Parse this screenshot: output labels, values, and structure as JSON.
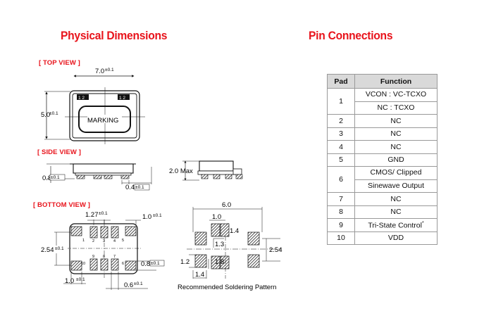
{
  "headings": {
    "physical": "Physical Dimensions",
    "pins": "Pin Connections"
  },
  "views": {
    "top": "[ TOP VIEW ]",
    "side": "[ SIDE VIEW ]",
    "bottom": "[ BOTTOM VIEW ]"
  },
  "top_view": {
    "width_dim": "7.0",
    "width_tol": "±0.1",
    "height_dim": "5.0",
    "height_tol": "±0.1",
    "marking": "MARKING",
    "pad_marks": [
      "1 2",
      "1 2"
    ]
  },
  "side_view": {
    "height_dim": "0.8",
    "height_tol": "±0.1",
    "foot_dim": "0.4",
    "foot_tol": "±0.1",
    "max_height": "2.0 Max"
  },
  "bottom_view": {
    "pitch": "1.27",
    "pitch_tol": "±0.1",
    "pad_top": "1.0",
    "pad_top_tol": "±0.1",
    "row_spacing": "2.54",
    "row_spacing_tol": "±0.1",
    "pad_height": "0.8",
    "pad_height_tol": "±0.1",
    "pad_left": "1.0",
    "pad_left_tol": "±0.1",
    "pad_width": "0.6",
    "pad_width_tol": "±0.1",
    "pad_numbers_top": [
      "1",
      "2",
      "3",
      "4",
      "5"
    ],
    "pad_numbers_bottom": [
      "10",
      "9",
      "8",
      "7",
      "6"
    ]
  },
  "solder_pattern": {
    "overall": "6.0",
    "pad_w": "1.0",
    "pad_h": "1.4",
    "gap": "1.3",
    "span": "2.54",
    "side_pad_h": "1.2",
    "side_pad_w": "1.4",
    "inner": "1.8",
    "caption": "Recommended Soldering Pattern"
  },
  "pin_table": {
    "headers": {
      "pad": "Pad",
      "function": "Function"
    },
    "rows": [
      {
        "pad": "1",
        "function": [
          "VCON : VC-TCXO",
          "NC : TCXO"
        ]
      },
      {
        "pad": "2",
        "function": [
          "NC"
        ]
      },
      {
        "pad": "3",
        "function": [
          "NC"
        ]
      },
      {
        "pad": "4",
        "function": [
          "NC"
        ]
      },
      {
        "pad": "5",
        "function": [
          "GND"
        ]
      },
      {
        "pad": "6",
        "function": [
          "CMOS/ Clipped",
          "Sinewave Output"
        ]
      },
      {
        "pad": "7",
        "function": [
          "NC"
        ]
      },
      {
        "pad": "8",
        "function": [
          "NC"
        ]
      },
      {
        "pad": "9",
        "function": [
          "Tri-State Control"
        ],
        "footnote": "*"
      },
      {
        "pad": "10",
        "function": [
          "VDD"
        ]
      }
    ]
  }
}
